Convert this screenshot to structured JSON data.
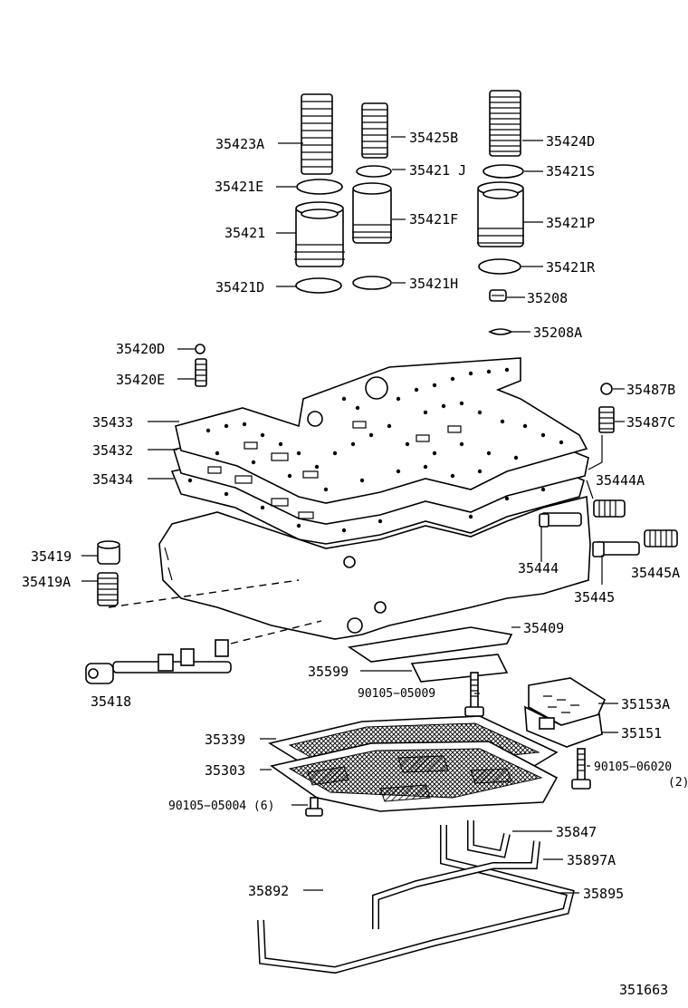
{
  "figure_id": "351663",
  "labels": {
    "l35423A": "35423A",
    "l35425B": "35425B",
    "l35424D": "35424D",
    "l35421E": "35421E",
    "l35421J": "35421 J",
    "l35421S": "35421S",
    "l35421": "35421",
    "l35421F": "35421F",
    "l35421P": "35421P",
    "l35421R": "35421R",
    "l35421D": "35421D",
    "l35421H": "35421H",
    "l35208": "35208",
    "l35208A": "35208A",
    "l35420D": "35420D",
    "l35420E": "35420E",
    "l35487B": "35487B",
    "l35487C": "35487C",
    "l35433": "35433",
    "l35432": "35432",
    "l35434": "35434",
    "l35444A": "35444A",
    "l35419": "35419",
    "l35419A": "35419A",
    "l35444": "35444",
    "l35445A": "35445A",
    "l35445": "35445",
    "l35409": "35409",
    "l35599": "35599",
    "l35418": "35418",
    "l90105_05009": "90105−05009",
    "l35153A": "35153A",
    "l35151": "35151",
    "l35339": "35339",
    "l90105_06020": "90105−06020",
    "l90105_06020_qty": "(2)",
    "l35303": "35303",
    "l90105_05004": "90105−05004 (6)",
    "l35847": "35847",
    "l35897A": "35897A",
    "l35892": "35892",
    "l35895": "35895"
  }
}
